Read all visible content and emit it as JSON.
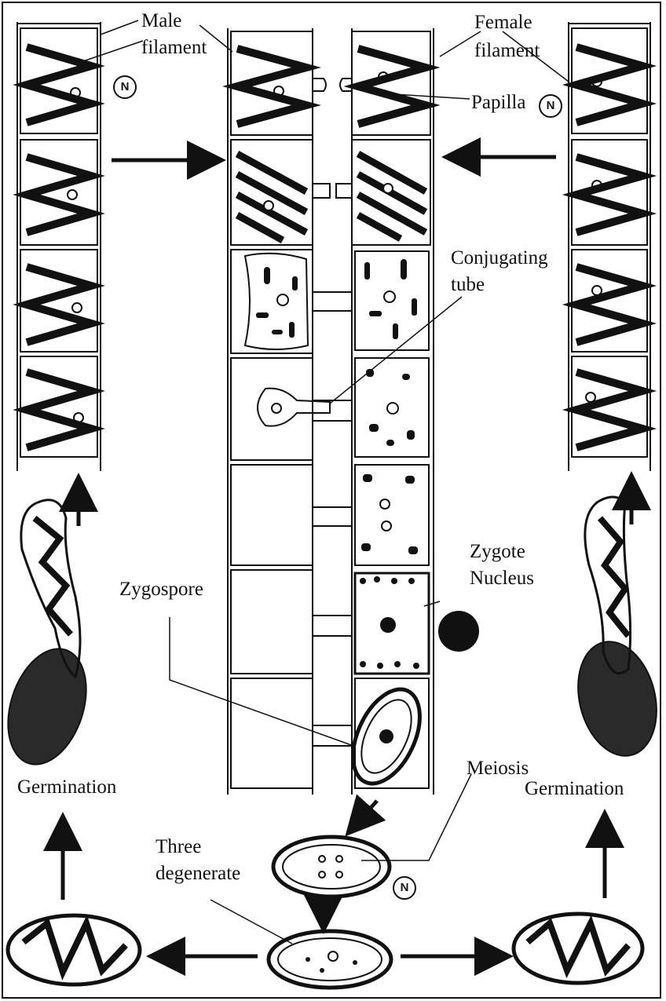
{
  "labels": {
    "male_filament_line1": "Male",
    "male_filament_line2": "filament",
    "female_filament_line1": "Female",
    "female_filament_line2": "filament",
    "papilla": "Papilla",
    "conjugating_tube_line1": "Conjugating",
    "conjugating_tube_line2": "tube",
    "zygote_nucleus_line1": "Zygote",
    "zygote_nucleus_line2": "Nucleus",
    "zygospore": "Zygospore",
    "meiosis": "Meiosis",
    "germination_left": "Germination",
    "germination_right": "Germination",
    "three_degenerate_line1": "Three",
    "three_degenerate_line2": "degenerate"
  },
  "badges": {
    "haploid_symbol": "N"
  },
  "colors": {
    "ink": "#111111",
    "paper": "#ffffff",
    "shading": "#2a2a2a"
  }
}
